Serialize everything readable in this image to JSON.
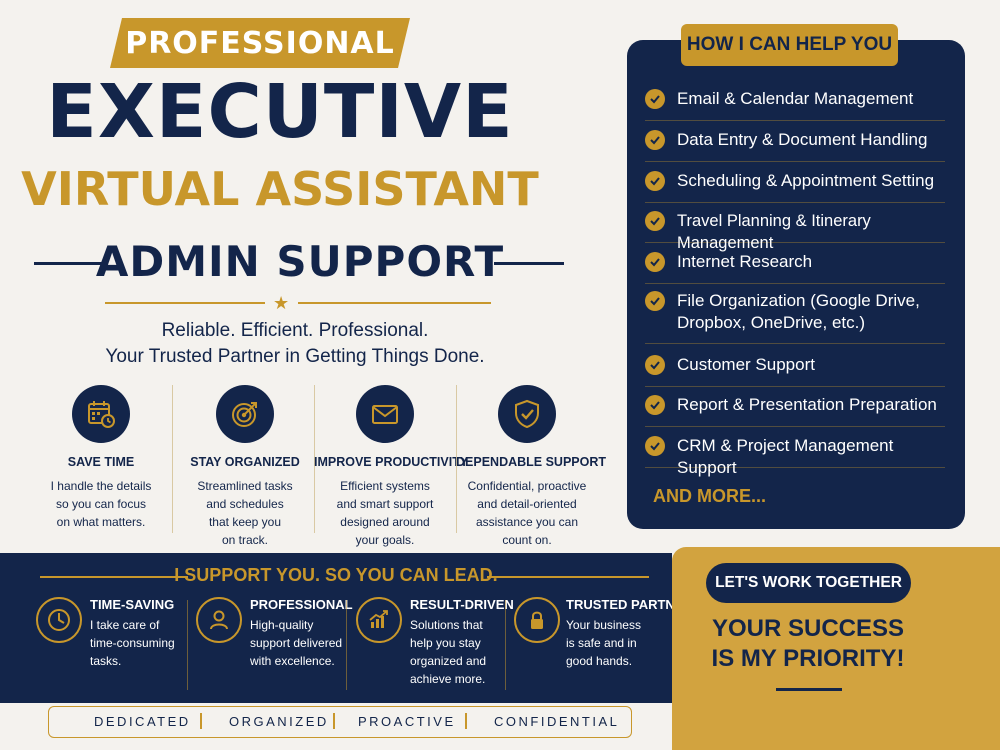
{
  "hero": {
    "ribbon": "PROFESSIONAL",
    "line1": "EXECUTIVE",
    "line2": "VIRTUAL ASSISTANT",
    "line3": "ADMIN SUPPORT",
    "tagline1": "Reliable. Efficient. Professional.",
    "tagline2": "Your Trusted Partner in Getting Things Done."
  },
  "features": [
    {
      "icon": "calendar-clock-icon",
      "title": "SAVE TIME",
      "lines": [
        "I handle the details",
        "so you can focus",
        "on what matters."
      ]
    },
    {
      "icon": "target-icon",
      "title": "STAY ORGANIZED",
      "lines": [
        "Streamlined tasks",
        "and schedules",
        "that keep you",
        "on track."
      ]
    },
    {
      "icon": "envelope-icon",
      "title": "IMPROVE PRODUCTIVITY",
      "lines": [
        "Efficient systems",
        "and smart support",
        "designed around",
        "your goals."
      ]
    },
    {
      "icon": "shield-check-icon",
      "title": "DEPENDABLE SUPPORT",
      "lines": [
        "Confidential, proactive",
        "and detail-oriented",
        "assistance you can",
        "count on."
      ]
    }
  ],
  "help": {
    "title": "HOW I CAN HELP YOU",
    "items": [
      [
        "Email & Calendar Management"
      ],
      [
        "Data Entry & Document Handling"
      ],
      [
        "Scheduling & Appointment Setting"
      ],
      [
        "Travel Planning & Itinerary Management"
      ],
      [
        "Internet Research"
      ],
      [
        "File Organization (Google Drive,",
        "Dropbox, OneDrive, etc.)"
      ],
      [
        "Customer Support"
      ],
      [
        "Report & Presentation Preparation"
      ],
      [
        "CRM & Project Management Support"
      ]
    ],
    "more": "AND MORE..."
  },
  "band": {
    "title": "I SUPPORT YOU. SO YOU CAN LEAD.",
    "items": [
      {
        "icon": "clock-icon",
        "title": "TIME-SAVING",
        "lines": [
          "I take care of",
          "time-consuming",
          "tasks."
        ]
      },
      {
        "icon": "user-icon",
        "title": "PROFESSIONAL",
        "lines": [
          "High-quality",
          "support delivered",
          "with excellence."
        ]
      },
      {
        "icon": "growth-chart-icon",
        "title": "RESULT-DRIVEN",
        "lines": [
          "Solutions that",
          "help you stay",
          "organized and",
          "achieve more."
        ]
      },
      {
        "icon": "lock-icon",
        "title": "TRUSTED PARTNER",
        "lines": [
          "Your business",
          "is safe and in",
          "good hands."
        ]
      }
    ]
  },
  "cta": {
    "pill": "LET'S WORK TOGETHER",
    "line1": "YOUR SUCCESS",
    "line2": "IS MY PRIORITY!"
  },
  "values": [
    "DEDICATED",
    "ORGANIZED",
    "PROACTIVE",
    "CONFIDENTIAL"
  ],
  "colors": {
    "navy": "#13254a",
    "gold": "#c8972b",
    "background": "#f4f2ee"
  }
}
